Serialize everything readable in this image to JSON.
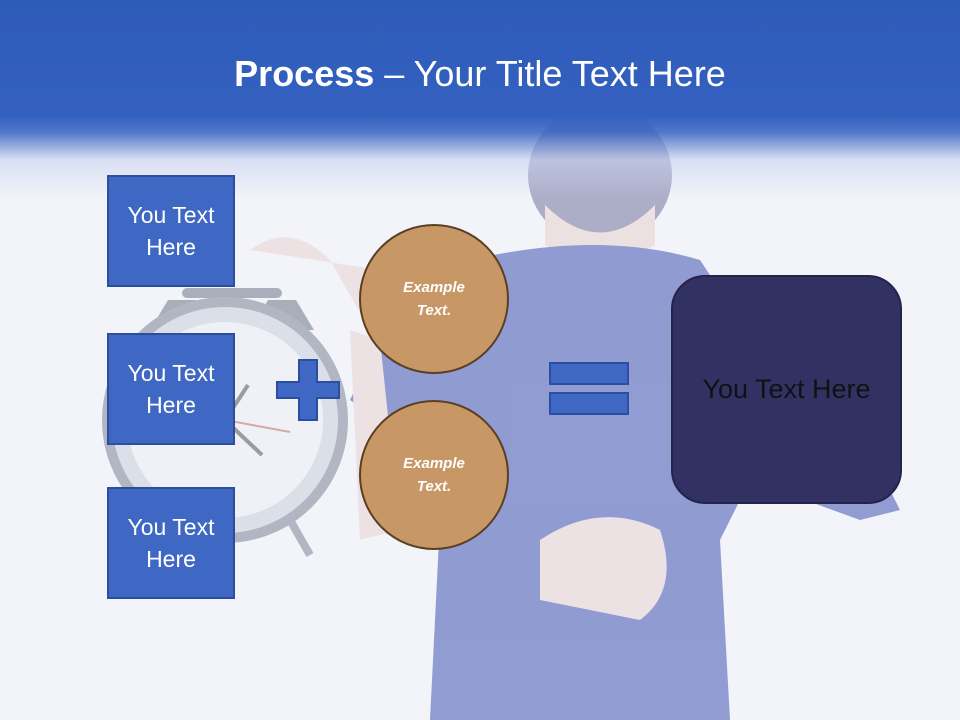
{
  "title": {
    "strong": "Process",
    "rest": " – Your Title Text Here"
  },
  "left_boxes": [
    {
      "label": "You Text Here"
    },
    {
      "label": "You Text Here"
    },
    {
      "label": "You Text Here"
    }
  ],
  "circles": [
    {
      "label": "Example Text."
    },
    {
      "label": "Example Text."
    }
  ],
  "operators": {
    "plus": "plus-icon",
    "equals": "equals-icon"
  },
  "result_box": {
    "label": "You Text Here"
  },
  "colors": {
    "header_blue": "#3461c0",
    "box_blue": "#3e68c4",
    "circle_tan": "#c89766",
    "result_navy": "#323163"
  }
}
